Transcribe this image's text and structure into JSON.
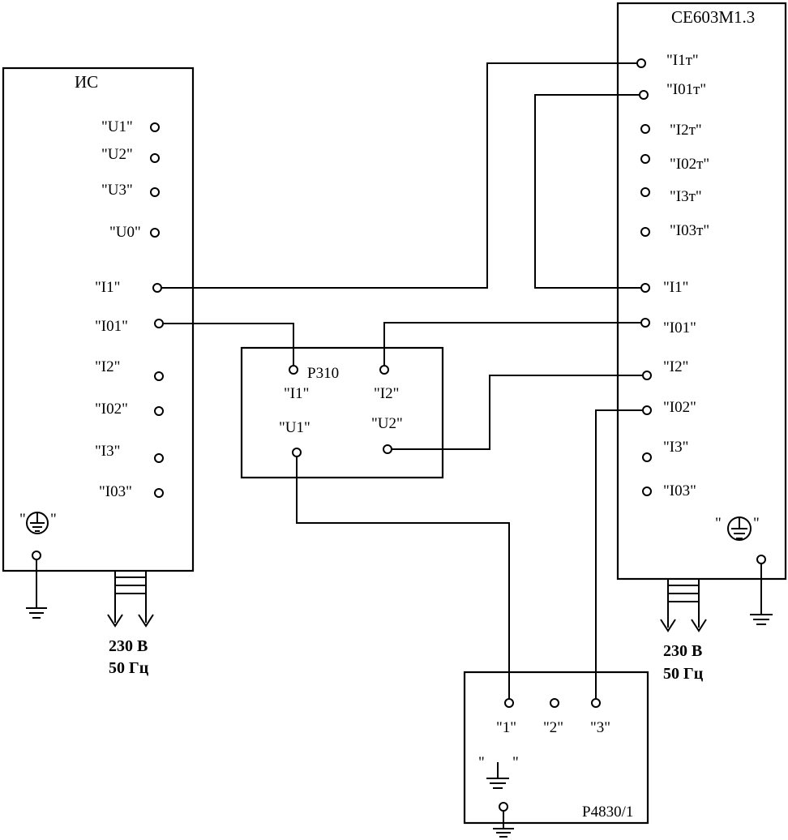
{
  "devices": {
    "is": {
      "title": "ИС",
      "terminals": [
        "\"U1\"",
        "\"U2\"",
        "\"U3\"",
        "\"U0\"",
        "\"I1\"",
        "\"I01\"",
        "\"I2\"",
        "\"I02\"",
        "\"I3\"",
        "\"I03\""
      ],
      "ground_label_open": "\"",
      "ground_label_close": "\"",
      "power_voltage": "230 В",
      "power_freq": "50 Гц"
    },
    "ce": {
      "title": "СЕ603М1.3",
      "terminals": [
        "\"I1т\"",
        "\"I01т\"",
        "\"I2т\"",
        "\"I02т\"",
        "\"I3т\"",
        "\"I03т\"",
        "\"I1\"",
        "\"I01\"",
        "\"I2\"",
        "\"I02\"",
        "\"I3\"",
        "\"I03\""
      ],
      "ground_label_open": "\"",
      "ground_label_close": "\"",
      "power_voltage": "230 В",
      "power_freq": "50 Гц"
    },
    "p310": {
      "title": "Р310",
      "terminals": [
        "\"I1\"",
        "\"I2\"",
        "\"U1\"",
        "\"U2\""
      ]
    },
    "p4830": {
      "title": "Р4830/1",
      "terminals": [
        "\"1\"",
        "\"2\"",
        "\"3\""
      ],
      "ground_label_open": "\"",
      "ground_label_close": "\""
    }
  },
  "icons": [
    "ground-icon",
    "protective-earth-icon",
    "mains-plug-icon"
  ]
}
